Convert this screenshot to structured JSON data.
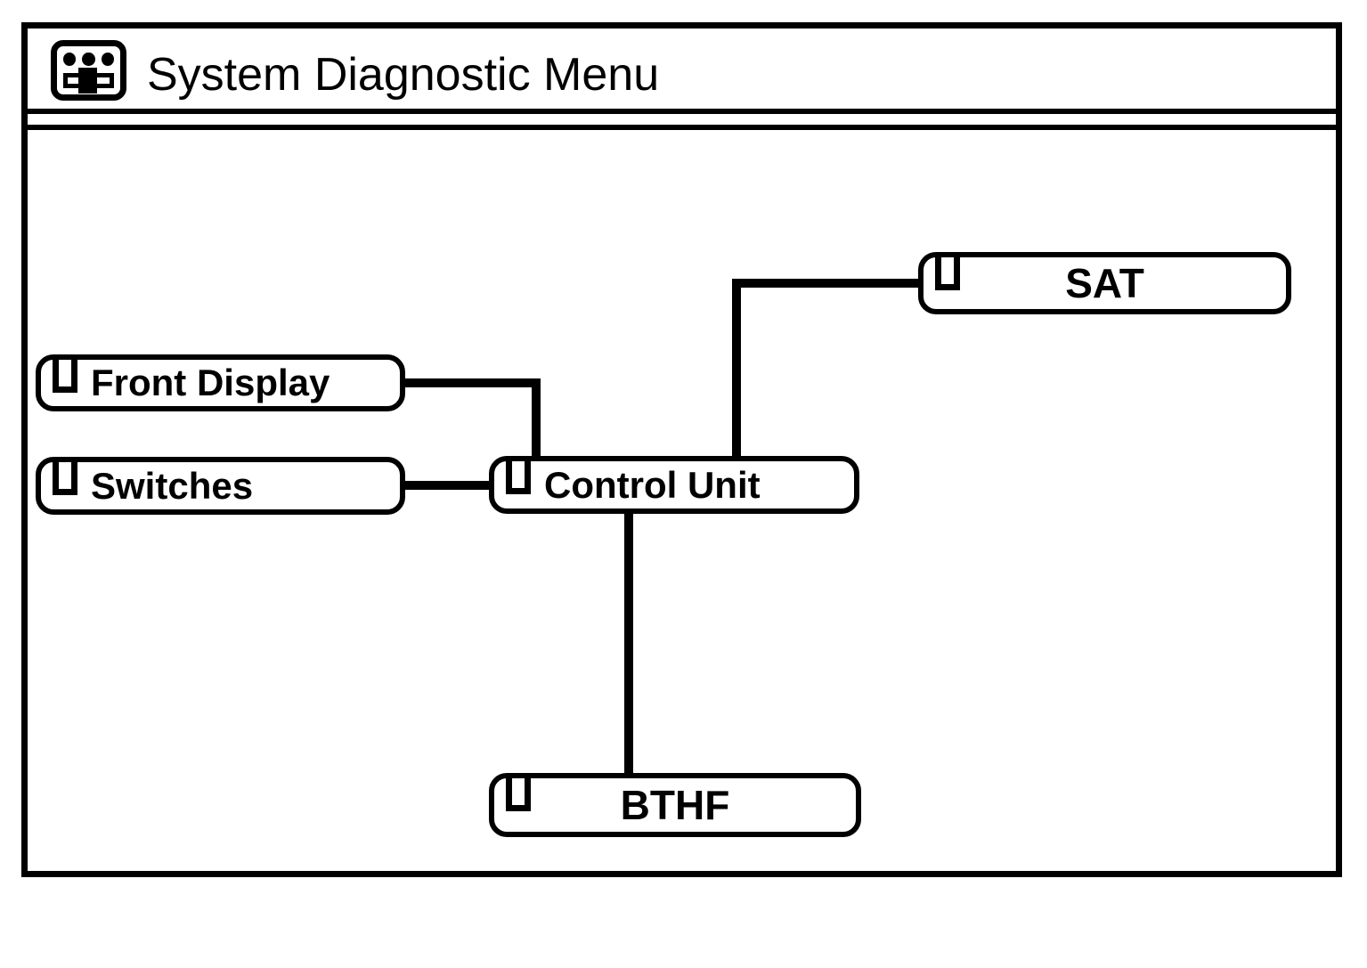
{
  "window": {
    "title": "System Diagnostic Menu",
    "colors": {
      "foreground": "#000000",
      "background": "#ffffff"
    },
    "header_icon": "control-panel-icon"
  },
  "diagram": {
    "node_marker_icon": "tab-icon",
    "nodes": [
      {
        "id": "front-display",
        "label": "Front Display"
      },
      {
        "id": "switches",
        "label": "Switches"
      },
      {
        "id": "control-unit",
        "label": "Control Unit"
      },
      {
        "id": "sat",
        "label": "SAT"
      },
      {
        "id": "bthf",
        "label": "BTHF"
      }
    ],
    "connections": [
      {
        "from": "front-display",
        "to": "control-unit"
      },
      {
        "from": "switches",
        "to": "control-unit"
      },
      {
        "from": "control-unit",
        "to": "sat"
      },
      {
        "from": "control-unit",
        "to": "bthf"
      }
    ]
  }
}
